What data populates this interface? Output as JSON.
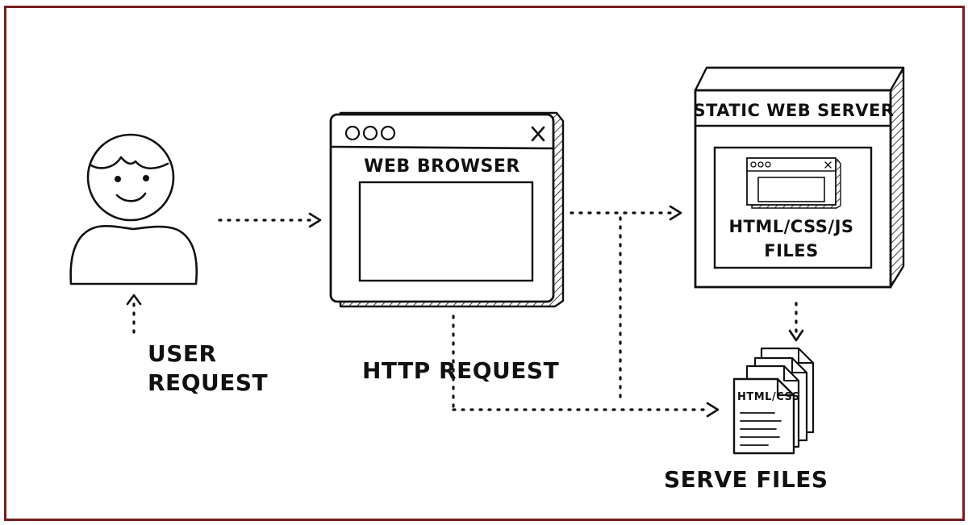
{
  "user": {
    "label_line1": "USER",
    "label_line2": "REQUEST"
  },
  "browser": {
    "title": "WEB BROWSER",
    "request_label": "HTTP REQUEST"
  },
  "server": {
    "title": "STATIC WEB SERVER",
    "files_line1": "HTML/CSS/JS",
    "files_line2": "FILES"
  },
  "files": {
    "doc_label": "HTML/CSS",
    "serve_label": "SERVE FILES"
  },
  "colors": {
    "frame": "#7a1e1e",
    "ink": "#111111"
  }
}
